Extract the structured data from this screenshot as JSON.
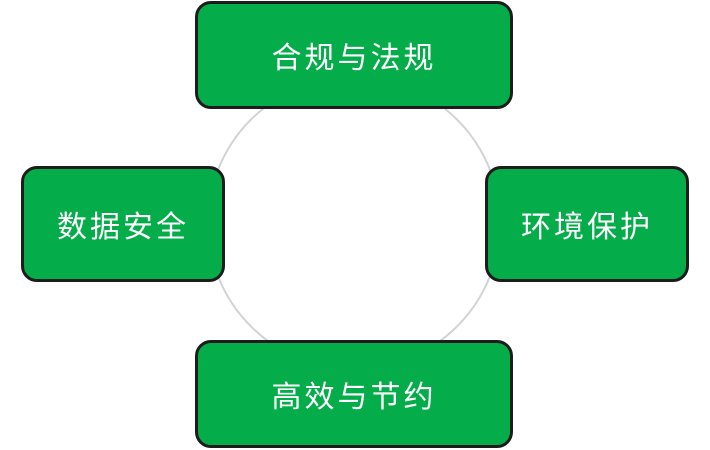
{
  "diagram": {
    "colors": {
      "node_fill": "#05ac4a",
      "node_border": "#1c1c1c",
      "node_text": "#ffffff",
      "ring": "#d3d3d3"
    },
    "nodes": {
      "top": "合规与法规",
      "right": "环境保护",
      "bottom": "高效与节约",
      "left": "数据安全"
    }
  }
}
